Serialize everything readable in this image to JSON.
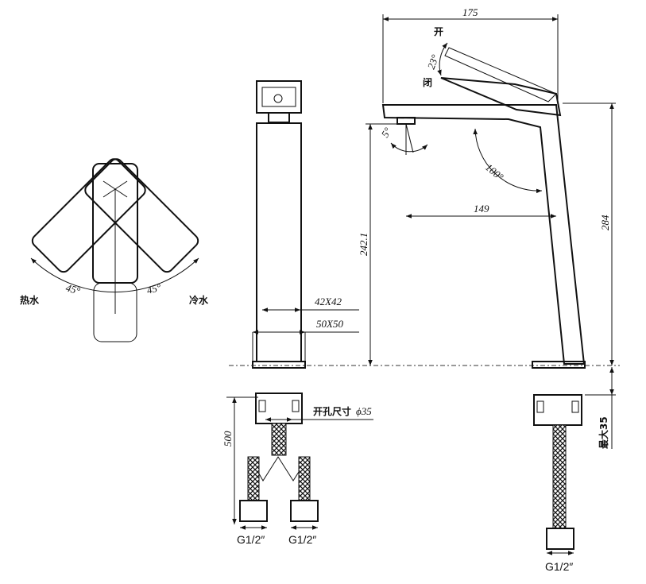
{
  "top_view": {
    "hot_label": "热水",
    "cold_label": "冷水",
    "angle_left": "45°",
    "angle_right": "45°"
  },
  "side_view": {
    "dim_42x42": "42X42",
    "dim_50x50": "50X50",
    "dim_hole": "开孔尺寸",
    "dim_hole_dia": "ϕ35",
    "dim_hose_length": "500",
    "thread_left": "G1/2″",
    "thread_right": "G1/2″"
  },
  "front_view": {
    "dim_width": "175",
    "open_label": "开",
    "close_label": "闭",
    "angle_23": "23°",
    "angle_5": "5°",
    "angle_100": "100°",
    "dim_reach": "149",
    "dim_spout_height": "242.1",
    "dim_total_height": "284",
    "dim_max_35": "最大35",
    "thread": "G1/2″"
  },
  "colors": {
    "line": "#111111",
    "background": "#ffffff"
  }
}
